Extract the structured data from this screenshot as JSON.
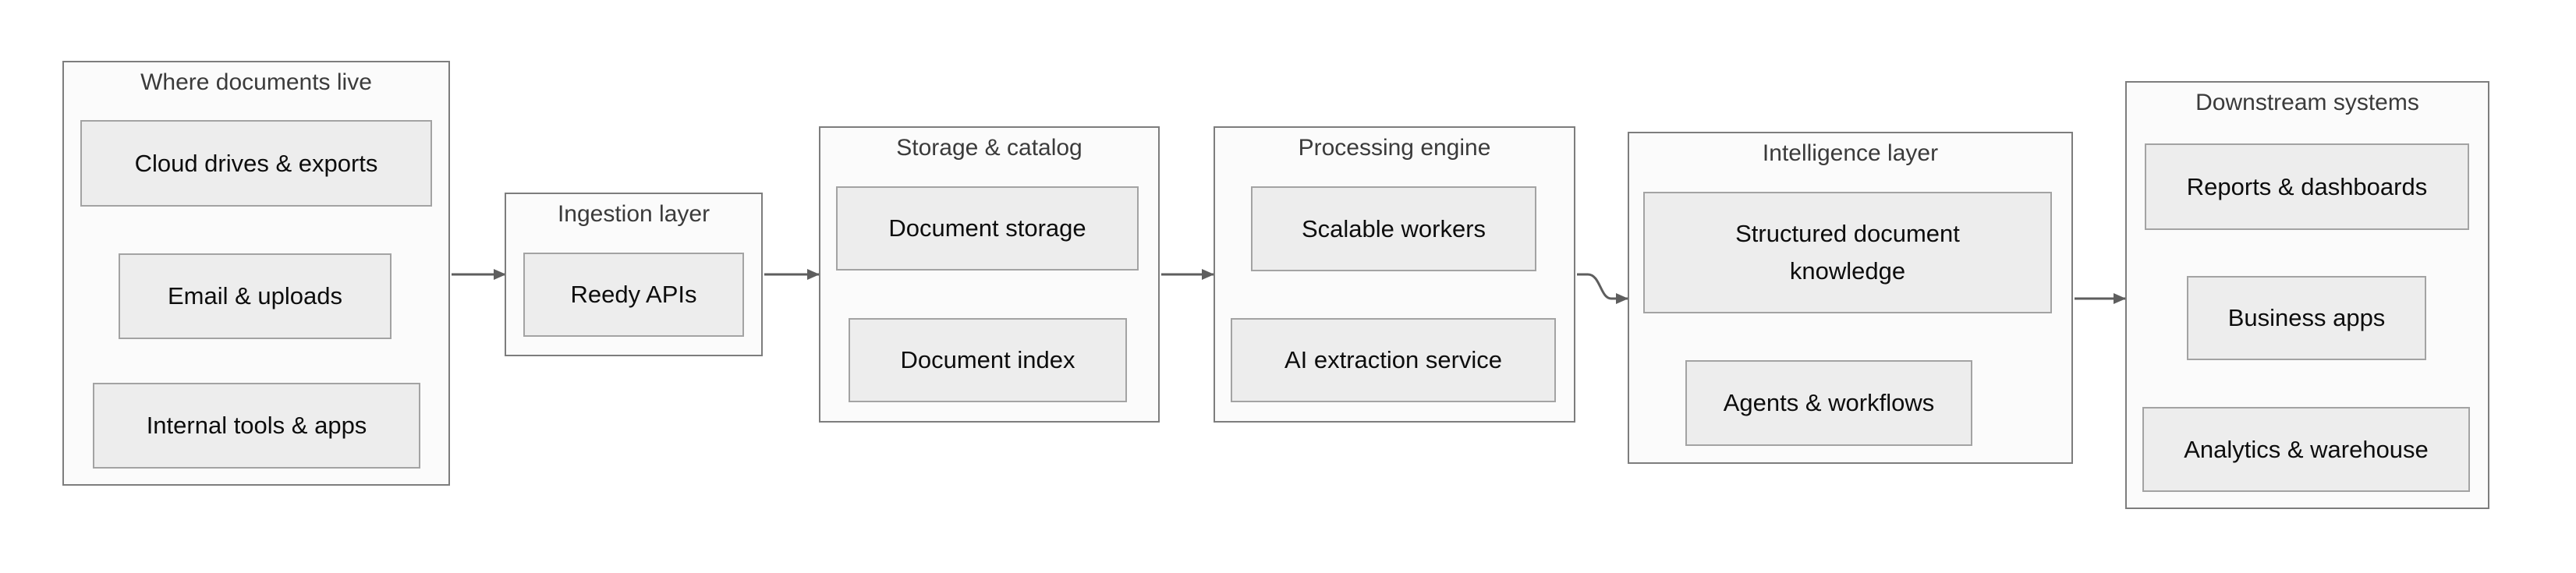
{
  "colors": {
    "canvas_bg": "#ffffff",
    "group_fill": "#fbfbfb",
    "group_border": "#7d7d7d",
    "node_fill": "#ededed",
    "node_border": "#a3a3a3",
    "arrow": "#5e5e5e",
    "title_text": "#3b3b3b",
    "node_text": "#0d0d0d"
  },
  "groups": [
    {
      "id": "sources",
      "title": "Where documents live",
      "items": [
        {
          "label": "Cloud drives & exports"
        },
        {
          "label": "Email & uploads"
        },
        {
          "label": "Internal tools & apps"
        }
      ]
    },
    {
      "id": "ingestion",
      "title": "Ingestion layer",
      "items": [
        {
          "label": "Reedy APIs"
        }
      ]
    },
    {
      "id": "storage",
      "title": "Storage & catalog",
      "items": [
        {
          "label": "Document storage"
        },
        {
          "label": "Document index"
        }
      ]
    },
    {
      "id": "processing",
      "title": "Processing engine",
      "items": [
        {
          "label": "Scalable workers"
        },
        {
          "label": "AI extraction service"
        }
      ]
    },
    {
      "id": "intelligence",
      "title": "Intelligence layer",
      "items": [
        {
          "label": "Structured document knowledge"
        },
        {
          "label": "Agents & workflows"
        }
      ]
    },
    {
      "id": "downstream",
      "title": "Downstream systems",
      "items": [
        {
          "label": "Reports & dashboards"
        },
        {
          "label": "Business apps"
        },
        {
          "label": "Analytics & warehouse"
        }
      ]
    }
  ],
  "connections": [
    {
      "from": "Where documents live",
      "to": "Ingestion layer"
    },
    {
      "from": "Ingestion layer",
      "to": "Storage & catalog"
    },
    {
      "from": "Storage & catalog",
      "to": "Processing engine"
    },
    {
      "from": "Processing engine",
      "to": "Intelligence layer"
    },
    {
      "from": "Intelligence layer",
      "to": "Downstream systems"
    }
  ]
}
